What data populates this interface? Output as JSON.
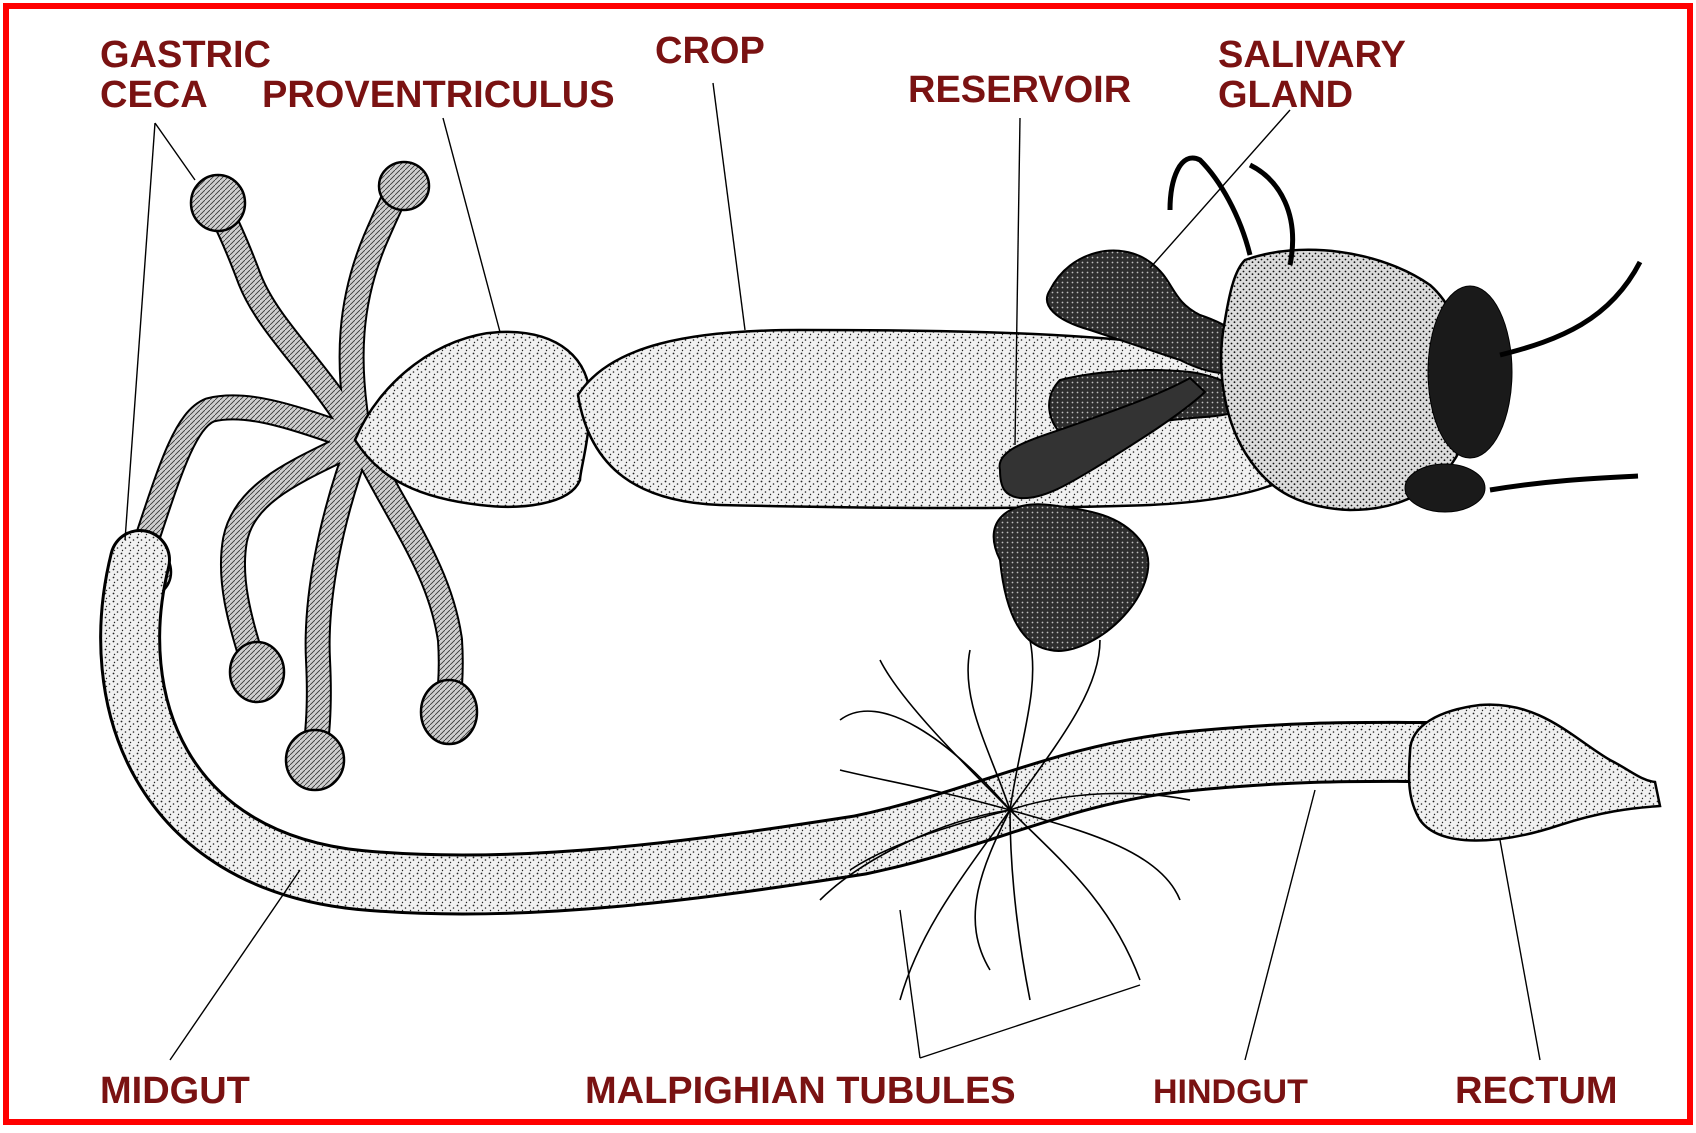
{
  "diagram": {
    "labels": {
      "gastric_ceca_line1": "GASTRIC",
      "gastric_ceca_line2": "CECA",
      "proventriculus": "PROVENTRICULUS",
      "crop": "CROP",
      "reservoir": "RESERVOIR",
      "salivary_gland_line1": "SALIVARY",
      "salivary_gland_line2": "GLAND",
      "midgut": "MIDGUT",
      "malpighian_tubules": "MALPIGHIAN TUBULES",
      "hindgut": "HINDGUT",
      "rectum": "RECTUM"
    },
    "colors": {
      "label_text": "#7a1212",
      "frame_border": "#ff0000",
      "organ_fill": "#e9e9e9",
      "gland_fill": "#3c3c3c",
      "outline": "#000000",
      "background": "#ffffff"
    }
  }
}
